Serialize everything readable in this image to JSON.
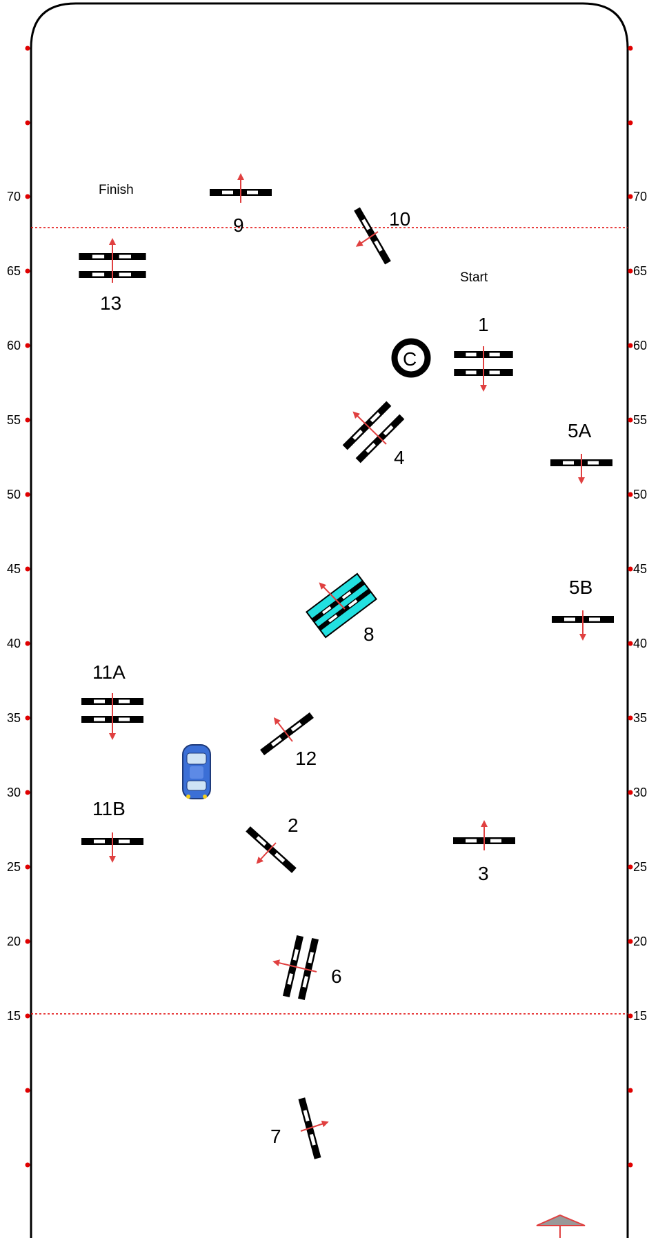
{
  "course": {
    "start_label": "Start",
    "finish_label": "Finish",
    "colors": {
      "border": "#000000",
      "marker": "#e00000",
      "dotted_line": "#e00000",
      "arrow": "#e04040",
      "jump_black": "#000000",
      "jump_white": "#ffffff",
      "water_jump": "#22e0e0",
      "car_blue": "#3b6fd6",
      "gate": "#999999"
    },
    "scale_labels": [
      "70",
      "65",
      "60",
      "55",
      "50",
      "45",
      "40",
      "35",
      "30",
      "25",
      "20",
      "15"
    ],
    "dotted_lines_at": [
      "68",
      "15"
    ],
    "obstacles": [
      {
        "label": "1",
        "type": "double-bar",
        "arrow": "down"
      },
      {
        "label": "2",
        "type": "single-bar-diagonal",
        "arrow": "down-left"
      },
      {
        "label": "3",
        "type": "single-bar",
        "arrow": "up"
      },
      {
        "label": "4",
        "type": "double-bar-diagonal",
        "arrow": "up-left"
      },
      {
        "label": "5A",
        "type": "single-bar",
        "arrow": "down"
      },
      {
        "label": "5B",
        "type": "single-bar",
        "arrow": "down"
      },
      {
        "label": "6",
        "type": "double-bar-diagonal",
        "arrow": "left"
      },
      {
        "label": "7",
        "type": "single-bar-diagonal",
        "arrow": "right"
      },
      {
        "label": "8",
        "type": "water-jump",
        "arrow": "up-left"
      },
      {
        "label": "9",
        "type": "single-bar",
        "arrow": "up"
      },
      {
        "label": "10",
        "type": "single-bar-diagonal",
        "arrow": "down-left"
      },
      {
        "label": "11A",
        "type": "double-bar",
        "arrow": "down"
      },
      {
        "label": "11B",
        "type": "single-bar",
        "arrow": "down"
      },
      {
        "label": "12",
        "type": "single-bar-diagonal",
        "arrow": "up-left"
      },
      {
        "label": "13",
        "type": "double-bar",
        "arrow": "up"
      }
    ],
    "special": {
      "circle_letter": "C",
      "car_icon": "car-icon",
      "gate_icon": "entrance-gate-icon"
    }
  }
}
